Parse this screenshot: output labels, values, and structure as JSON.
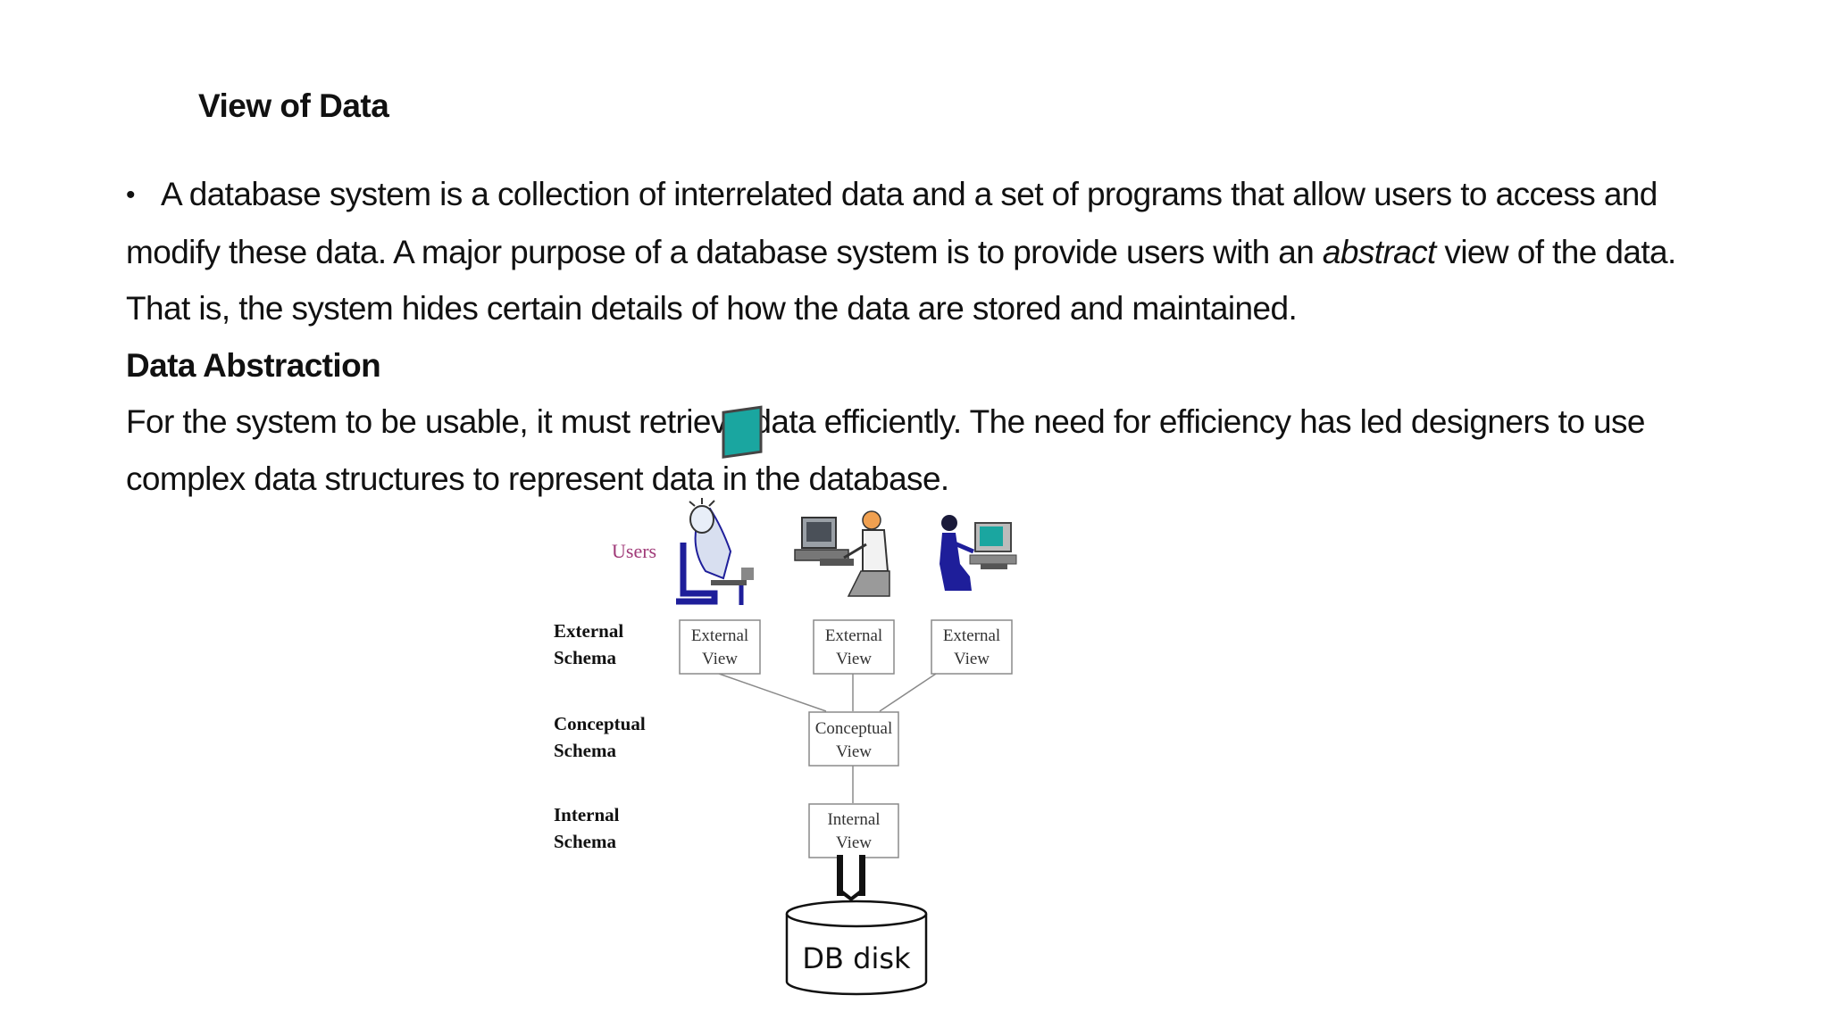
{
  "slide": {
    "title": "View of Data",
    "para1": {
      "bullet": "•",
      "line1": "A database system is a collection of interrelated data and a set of programs that allow users to access and",
      "line2_before": "modify these data. A major purpose of a database system is to provide users with an ",
      "line2_italic": "abstract",
      "line2_after": " view of the data.",
      "line3": "That is, the system hides certain details of how the data are stored and maintained."
    },
    "heading2": "Data Abstraction",
    "para2": {
      "line1": "For the system to be usable, it must retrieve data efficiently. The need for efficiency has led designers to use",
      "line2": "complex data structures to represent data in the database."
    }
  },
  "diagram": {
    "users_label": "Users",
    "levels": {
      "external": [
        "External",
        "Schema"
      ],
      "conceptual": [
        "Conceptual",
        "Schema"
      ],
      "internal": [
        "Internal",
        "Schema"
      ]
    },
    "external_views": [
      [
        "External",
        "View"
      ],
      [
        "External",
        "View"
      ],
      [
        "External",
        "View"
      ]
    ],
    "conceptual_view": [
      "Conceptual",
      "View"
    ],
    "internal_view": [
      "Internal",
      "View"
    ],
    "disk_label": "DB disk",
    "colors": {
      "users_label": "#a03a78",
      "monitor_screen": "#1aa6a0",
      "user_dark_blue": "#1e1e9a",
      "skin": "#f0a050"
    }
  }
}
